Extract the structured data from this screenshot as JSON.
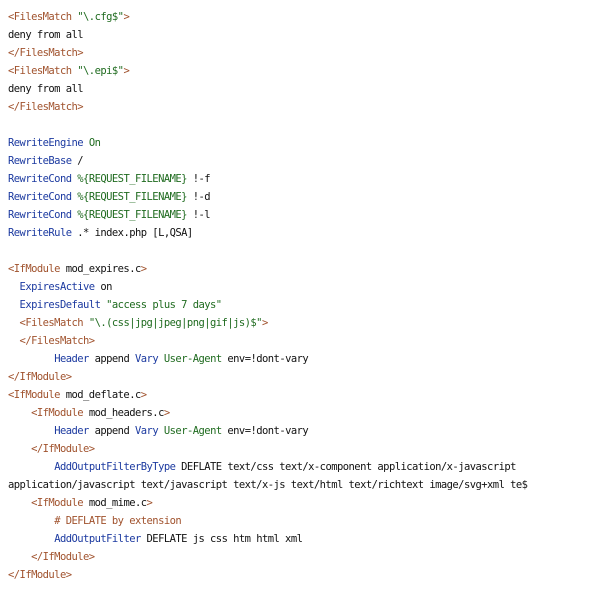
{
  "colors": {
    "background": "#ffffff",
    "text": "#111111",
    "tag": "#a0522d",
    "directive": "#1c3aa0",
    "string": "#1f6b1f",
    "comment": "#a0522d"
  },
  "lines": [
    [
      {
        "t": "tag",
        "v": "<FilesMatch "
      },
      {
        "t": "str",
        "v": "\"\\.cfg$\""
      },
      {
        "t": "tag",
        "v": ">"
      }
    ],
    [
      {
        "t": "arg",
        "v": "deny from all"
      }
    ],
    [
      {
        "t": "tag",
        "v": "</FilesMatch>"
      }
    ],
    [
      {
        "t": "tag",
        "v": "<FilesMatch "
      },
      {
        "t": "str",
        "v": "\"\\.epi$\""
      },
      {
        "t": "tag",
        "v": ">"
      }
    ],
    [
      {
        "t": "arg",
        "v": "deny from all"
      }
    ],
    [
      {
        "t": "tag",
        "v": "</FilesMatch>"
      }
    ],
    [],
    [
      {
        "t": "dir",
        "v": "RewriteEngine"
      },
      {
        "t": "arg",
        "v": " "
      },
      {
        "t": "str",
        "v": "On"
      }
    ],
    [
      {
        "t": "dir",
        "v": "RewriteBase"
      },
      {
        "t": "arg",
        "v": " /"
      }
    ],
    [
      {
        "t": "dir",
        "v": "RewriteCond"
      },
      {
        "t": "arg",
        "v": " "
      },
      {
        "t": "str",
        "v": "%{REQUEST_FILENAME}"
      },
      {
        "t": "arg",
        "v": " !-f"
      }
    ],
    [
      {
        "t": "dir",
        "v": "RewriteCond"
      },
      {
        "t": "arg",
        "v": " "
      },
      {
        "t": "str",
        "v": "%{REQUEST_FILENAME}"
      },
      {
        "t": "arg",
        "v": " !-d"
      }
    ],
    [
      {
        "t": "dir",
        "v": "RewriteCond"
      },
      {
        "t": "arg",
        "v": " "
      },
      {
        "t": "str",
        "v": "%{REQUEST_FILENAME}"
      },
      {
        "t": "arg",
        "v": " !-l"
      }
    ],
    [
      {
        "t": "dir",
        "v": "RewriteRule"
      },
      {
        "t": "arg",
        "v": " .* index.php [L,QSA]"
      }
    ],
    [],
    [
      {
        "t": "tag",
        "v": "<IfModule "
      },
      {
        "t": "arg",
        "v": "mod_expires.c"
      },
      {
        "t": "tag",
        "v": ">"
      }
    ],
    [
      {
        "t": "arg",
        "v": "  "
      },
      {
        "t": "dir",
        "v": "ExpiresActive"
      },
      {
        "t": "arg",
        "v": " on"
      }
    ],
    [
      {
        "t": "arg",
        "v": "  "
      },
      {
        "t": "dir",
        "v": "ExpiresDefault"
      },
      {
        "t": "arg",
        "v": " "
      },
      {
        "t": "str",
        "v": "\"access plus 7 days\""
      }
    ],
    [
      {
        "t": "arg",
        "v": "  "
      },
      {
        "t": "tag",
        "v": "<FilesMatch "
      },
      {
        "t": "str",
        "v": "\"\\.(css|jpg|jpeg|png|gif|js)$\""
      },
      {
        "t": "tag",
        "v": ">"
      }
    ],
    [
      {
        "t": "arg",
        "v": "  "
      },
      {
        "t": "tag",
        "v": "</FilesMatch>"
      }
    ],
    [
      {
        "t": "arg",
        "v": "        "
      },
      {
        "t": "dir",
        "v": "Header"
      },
      {
        "t": "arg",
        "v": " append "
      },
      {
        "t": "dir",
        "v": "Vary"
      },
      {
        "t": "arg",
        "v": " "
      },
      {
        "t": "str",
        "v": "User-Agent"
      },
      {
        "t": "arg",
        "v": " env=!dont-vary"
      }
    ],
    [
      {
        "t": "tag",
        "v": "</IfModule>"
      }
    ],
    [
      {
        "t": "tag",
        "v": "<IfModule "
      },
      {
        "t": "arg",
        "v": "mod_deflate.c"
      },
      {
        "t": "tag",
        "v": ">"
      }
    ],
    [
      {
        "t": "arg",
        "v": "    "
      },
      {
        "t": "tag",
        "v": "<IfModule "
      },
      {
        "t": "arg",
        "v": "mod_headers.c"
      },
      {
        "t": "tag",
        "v": ">"
      }
    ],
    [
      {
        "t": "arg",
        "v": "        "
      },
      {
        "t": "dir",
        "v": "Header"
      },
      {
        "t": "arg",
        "v": " append "
      },
      {
        "t": "dir",
        "v": "Vary"
      },
      {
        "t": "arg",
        "v": " "
      },
      {
        "t": "str",
        "v": "User-Agent"
      },
      {
        "t": "arg",
        "v": " env=!dont-vary"
      }
    ],
    [
      {
        "t": "arg",
        "v": "    "
      },
      {
        "t": "tag",
        "v": "</IfModule>"
      }
    ],
    [
      {
        "t": "arg",
        "v": "        "
      },
      {
        "t": "dir",
        "v": "AddOutputFilterByType"
      },
      {
        "t": "arg",
        "v": " DEFLATE text/css text/x-component application/x-javascript"
      }
    ],
    [
      {
        "t": "arg",
        "v": "application/javascript text/javascript text/x-js text/html text/richtext image/svg+xml te$"
      }
    ],
    [
      {
        "t": "arg",
        "v": "    "
      },
      {
        "t": "tag",
        "v": "<IfModule "
      },
      {
        "t": "arg",
        "v": "mod_mime.c"
      },
      {
        "t": "tag",
        "v": ">"
      }
    ],
    [
      {
        "t": "arg",
        "v": "        "
      },
      {
        "t": "cmt",
        "v": "# DEFLATE by extension"
      }
    ],
    [
      {
        "t": "arg",
        "v": "        "
      },
      {
        "t": "dir",
        "v": "AddOutputFilter"
      },
      {
        "t": "arg",
        "v": " DEFLATE js css htm html xml"
      }
    ],
    [
      {
        "t": "arg",
        "v": "    "
      },
      {
        "t": "tag",
        "v": "</IfModule>"
      }
    ],
    [
      {
        "t": "tag",
        "v": "</IfModule>"
      }
    ]
  ]
}
